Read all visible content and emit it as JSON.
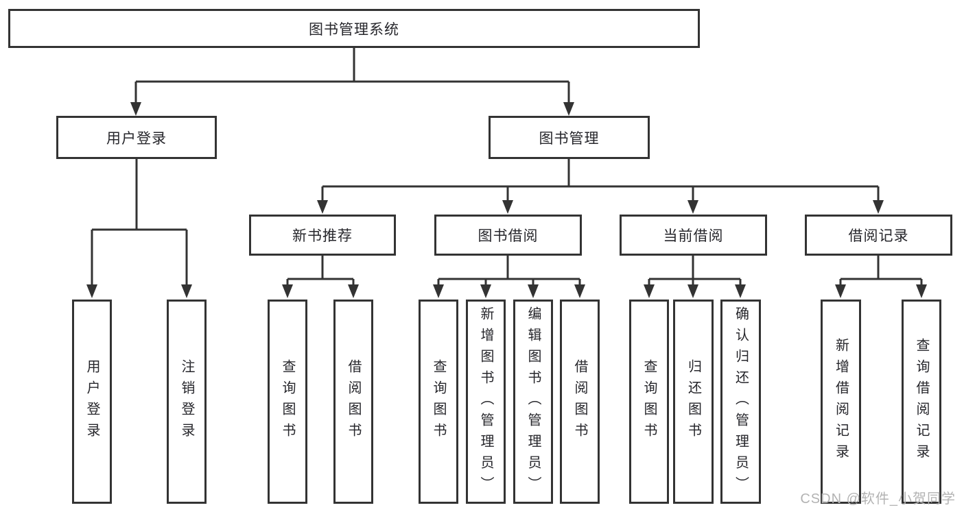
{
  "watermark": "CSDN @软件_小贺同学",
  "colors": {
    "line": "#333333",
    "box_border": "#333333",
    "box_background": "#ffffff",
    "text": "#26262b",
    "watermark": "#b3b3b3",
    "canvas_background": "#ffffff"
  },
  "nodes": {
    "root": {
      "label": "图书管理系统"
    },
    "level2": [
      {
        "label": "用户登录",
        "parent": "图书管理系统"
      },
      {
        "label": "图书管理",
        "parent": "图书管理系统"
      }
    ],
    "level3": [
      {
        "label": "新书推荐",
        "parent": "图书管理"
      },
      {
        "label": "图书借阅",
        "parent": "图书管理"
      },
      {
        "label": "当前借阅",
        "parent": "图书管理"
      },
      {
        "label": "借阅记录",
        "parent": "图书管理"
      }
    ],
    "leaves": [
      {
        "label": "用户登录",
        "parent": "用户登录"
      },
      {
        "label": "注销登录",
        "parent": "用户登录"
      },
      {
        "label": "查询图书",
        "parent": "新书推荐"
      },
      {
        "label": "借阅图书",
        "parent": "新书推荐"
      },
      {
        "label": "查询图书",
        "parent": "图书借阅"
      },
      {
        "label": "新增图书（管理员）",
        "parent": "图书借阅"
      },
      {
        "label": "编辑图书（管理员）",
        "parent": "图书借阅"
      },
      {
        "label": "借阅图书",
        "parent": "图书借阅"
      },
      {
        "label": "查询图书",
        "parent": "当前借阅"
      },
      {
        "label": "归还图书",
        "parent": "当前借阅"
      },
      {
        "label": "确认归还（管理员）",
        "parent": "当前借阅"
      },
      {
        "label": "新增借阅记录",
        "parent": "借阅记录"
      },
      {
        "label": "查询借阅记录",
        "parent": "借阅记录"
      }
    ]
  }
}
